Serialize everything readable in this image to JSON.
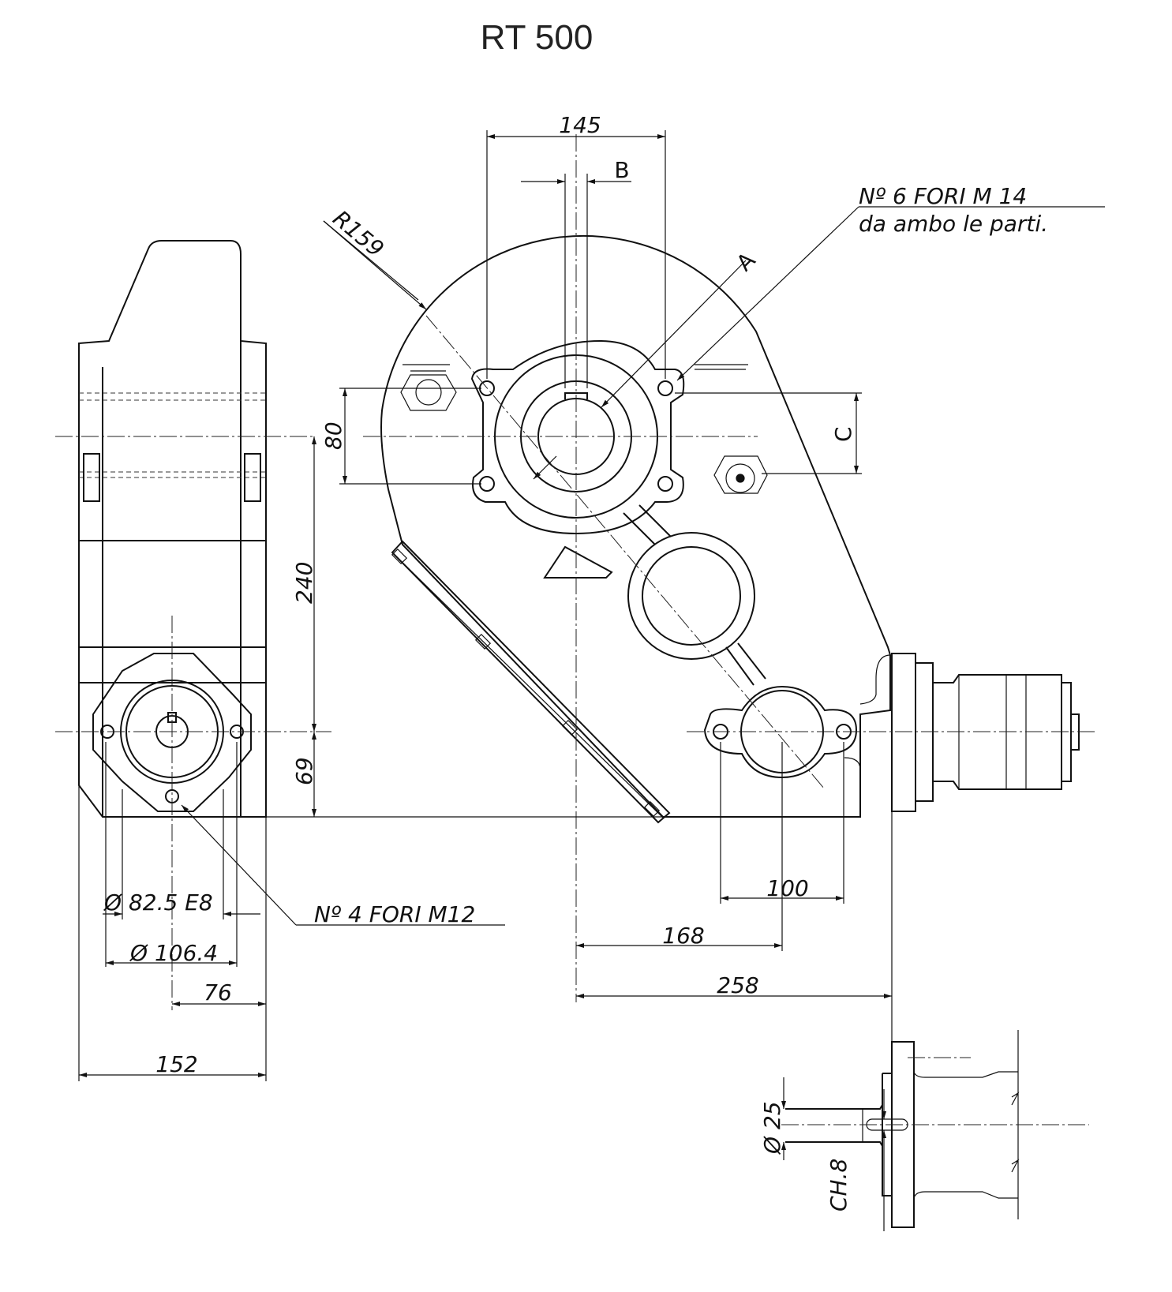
{
  "title": "RT 500",
  "dimensions": {
    "d145": "145",
    "b": "B",
    "holes6_line1": "Nº 6 FORI M 14",
    "holes6_line2": "da ambo le parti.",
    "r159": "R159",
    "a": "A",
    "d80": "80",
    "c": "C",
    "d240": "240",
    "d69": "69",
    "d100": "100",
    "d168": "168",
    "d258": "258",
    "dia82": "Ø 82.5 E8",
    "dia106": "Ø 106.4",
    "d76": "76",
    "d152": "152",
    "holes4": "Nº 4 FORI M12",
    "dia25": "Ø 25",
    "ch8": "CH.8"
  }
}
